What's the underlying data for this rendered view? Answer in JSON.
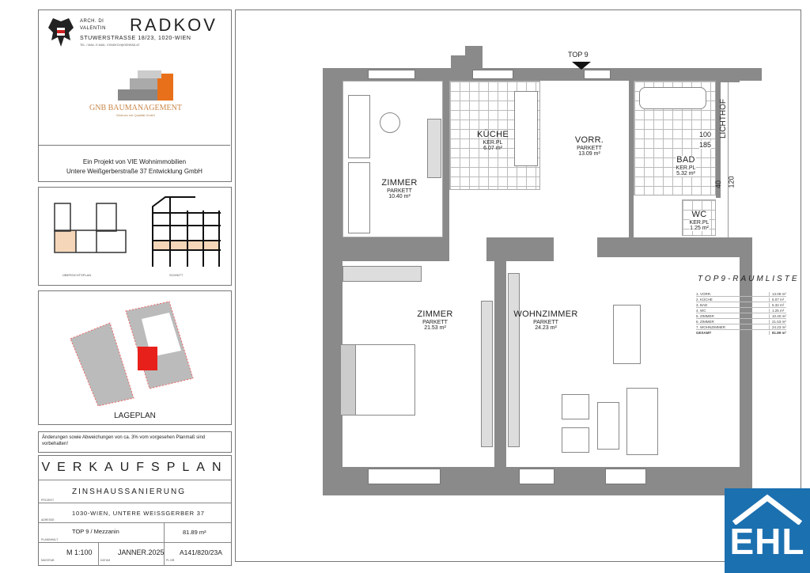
{
  "architect": {
    "prefix_line1": "ARCH. DI",
    "prefix_line2": "VALENTIN",
    "name": "RADKOV",
    "address": "STUWERSTRASSE 18/23, 1020-WIEN",
    "contact": "TEL. / MAIL: E-MAIL: V.RADKOV@GENRAD.AT"
  },
  "developer_logo": {
    "name": "GNB BAUMANAGEMENT",
    "tagline": "Wohnen mit Qualität GmbH"
  },
  "project_credit": {
    "line1": "Ein Projekt von VIE Wohnimmobilien",
    "line2": "Untere Weißgerberstraße 37 Entwicklung GmbH"
  },
  "overview": {
    "plan_label": "ÜBERSICHTSPLAN",
    "section_label": "SCHNITT"
  },
  "site_plan": {
    "label": "LAGEPLAN",
    "highlight_color": "#e8201c"
  },
  "disclaimer": "Änderungen sowie Abweichungen von ca. 3% vom vorgesehen Planmaß sind vorbehalten!",
  "title_block": {
    "title": "VERKAUFSPLAN",
    "projekt_label": "PROJEKT",
    "projekt": "ZINSHAUSSANIERUNG",
    "adresse_label": "ADRESSE",
    "adresse": "1030-WIEN, UNTERE WEISSGERBER 37",
    "planinhalt_label": "PLANINHALT",
    "planinhalt": "TOP 9 / Mezzanin",
    "area": "81.89 m²",
    "massstab_label": "MASSTAB",
    "massstab": "M 1:100",
    "datum_label": "DATUM",
    "datum": "JANNER.2025",
    "plannr_label": "PL.NR.",
    "plannr": "A141/820/23A"
  },
  "plan": {
    "entrance_label": "TOP 9",
    "courtyard_label": "LICHTHOF",
    "dimensions": {
      "d1": "100",
      "d2": "185",
      "d3": "40",
      "d4": "120"
    },
    "rooms": [
      {
        "name": "ZIMMER",
        "floor": "PARKETT",
        "area": "10.40 m²"
      },
      {
        "name": "KÜCHE",
        "floor": "KER.PL",
        "area": "6.07 m²"
      },
      {
        "name": "VORR.",
        "floor": "PARKETT",
        "area": "13.09 m²"
      },
      {
        "name": "BAD",
        "floor": "KER.PL",
        "area": "5.32 m²"
      },
      {
        "name": "WC",
        "floor": "KER.PL",
        "area": "1.25 m²"
      },
      {
        "name": "ZIMMER",
        "floor": "PARKETT",
        "area": "21.53 m²"
      },
      {
        "name": "WOHNZIMMER",
        "floor": "PARKETT",
        "area": "24.23 m²"
      }
    ]
  },
  "room_list": {
    "title": "TOP9-RAUMLISTE",
    "rows": [
      {
        "name": "1. VORR.",
        "area": "13.09 m²"
      },
      {
        "name": "2. KÜCHE",
        "area": "6.07 m²"
      },
      {
        "name": "3. BAD",
        "area": "5.32 m²"
      },
      {
        "name": "4. WC",
        "area": "1.25 m²"
      },
      {
        "name": "5. ZIMMER",
        "area": "10.40 m²"
      },
      {
        "name": "6. ZIMMER",
        "area": "21.53 m²"
      },
      {
        "name": "7. WOHNZIMMER",
        "area": "24.23 m²"
      }
    ],
    "total_label": "GESAMT",
    "total": "81.89 m²"
  },
  "broker_logo": {
    "text": "EHL",
    "color": "#1b70b0"
  }
}
